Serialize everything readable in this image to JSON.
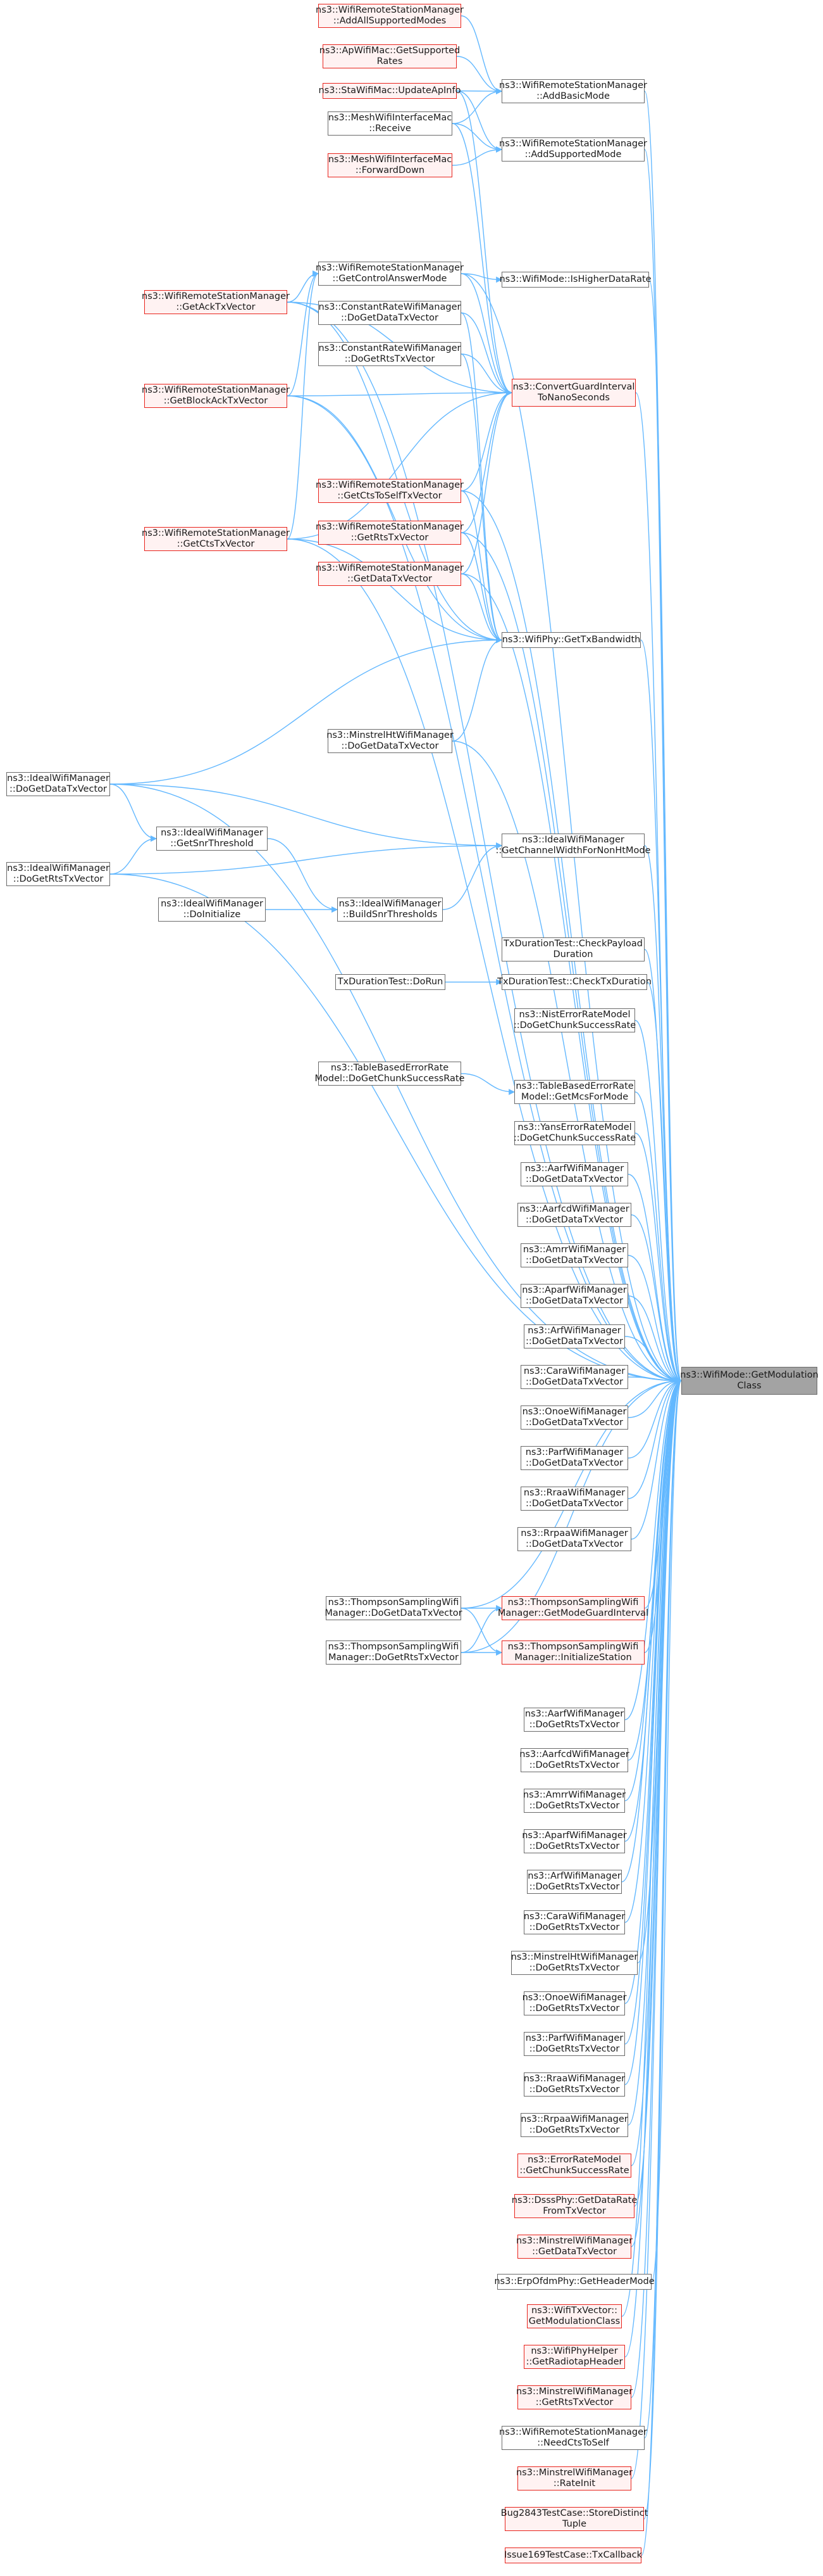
{
  "focus": {
    "id": "target",
    "label": "ns3::WifiMode::GetModulation\nClass"
  },
  "nodes": [
    {
      "id": "n_addall",
      "label": "ns3::WifiRemoteStationManager\n::AddAllSupportedModes",
      "red": true
    },
    {
      "id": "n_apgetsup",
      "label": "ns3::ApWifiMac::GetSupported\nRates",
      "red": true
    },
    {
      "id": "n_staupd",
      "label": "ns3::StaWifiMac::UpdateApInfo",
      "red": true
    },
    {
      "id": "n_meshrecv",
      "label": "ns3::MeshWifiInterfaceMac\n::Receive",
      "red": false
    },
    {
      "id": "n_meshfwd",
      "label": "ns3::MeshWifiInterfaceMac\n::ForwardDown",
      "red": true
    },
    {
      "id": "n_addbasic",
      "label": "ns3::WifiRemoteStationManager\n::AddBasicMode",
      "red": false
    },
    {
      "id": "n_addsupp",
      "label": "ns3::WifiRemoteStationManager\n::AddSupportedMode",
      "red": false
    },
    {
      "id": "n_ctrlans",
      "label": "ns3::WifiRemoteStationManager\n::GetControlAnswerMode",
      "red": false
    },
    {
      "id": "n_higher",
      "label": "ns3::WifiMode::IsHigherDataRate",
      "red": false
    },
    {
      "id": "n_ackvec",
      "label": "ns3::WifiRemoteStationManager\n::GetAckTxVector",
      "red": true
    },
    {
      "id": "n_crdata",
      "label": "ns3::ConstantRateWifiManager\n::DoGetDataTxVector",
      "red": false
    },
    {
      "id": "n_crrts",
      "label": "ns3::ConstantRateWifiManager\n::DoGetRtsTxVector",
      "red": false
    },
    {
      "id": "n_blockack",
      "label": "ns3::WifiRemoteStationManager\n::GetBlockAckTxVector",
      "red": true
    },
    {
      "id": "n_convgi",
      "label": "ns3::ConvertGuardInterval\nToNanoSeconds",
      "red": true
    },
    {
      "id": "n_ctstoself",
      "label": "ns3::WifiRemoteStationManager\n::GetCtsToSelfTxVector",
      "red": true
    },
    {
      "id": "n_ctsvec",
      "label": "ns3::WifiRemoteStationManager\n::GetCtsTxVector",
      "red": true
    },
    {
      "id": "n_rtsvec",
      "label": "ns3::WifiRemoteStationManager\n::GetRtsTxVector",
      "red": true
    },
    {
      "id": "n_datavec",
      "label": "ns3::WifiRemoteStationManager\n::GetDataTxVector",
      "red": true
    },
    {
      "id": "n_txbw",
      "label": "ns3::WifiPhy::GetTxBandwidth",
      "red": false
    },
    {
      "id": "n_minstdata",
      "label": "ns3::MinstrelHtWifiManager\n::DoGetDataTxVector",
      "red": false
    },
    {
      "id": "n_idealdata",
      "label": "ns3::IdealWifiManager\n::DoGetDataTxVector",
      "red": false
    },
    {
      "id": "n_snrthr",
      "label": "ns3::IdealWifiManager\n::GetSnrThreshold",
      "red": false
    },
    {
      "id": "n_chwidth",
      "label": "ns3::IdealWifiManager\n::GetChannelWidthForNonHtMode",
      "red": false
    },
    {
      "id": "n_idealrts",
      "label": "ns3::IdealWifiManager\n::DoGetRtsTxVector",
      "red": false
    },
    {
      "id": "n_doinit",
      "label": "ns3::IdealWifiManager\n::DoInitialize",
      "red": false
    },
    {
      "id": "n_buildsnr",
      "label": "ns3::IdealWifiManager\n::BuildSnrThresholds",
      "red": false
    },
    {
      "id": "n_payload",
      "label": "TxDurationTest::CheckPayload\nDuration",
      "red": false
    },
    {
      "id": "n_dorun",
      "label": "TxDurationTest::DoRun",
      "red": false
    },
    {
      "id": "n_checktx",
      "label": "TxDurationTest::CheckTxDuration",
      "red": false
    },
    {
      "id": "n_nist",
      "label": "ns3::NistErrorRateModel\n::DoGetChunkSuccessRate",
      "red": false
    },
    {
      "id": "n_tablechunk",
      "label": "ns3::TableBasedErrorRate\nModel::DoGetChunkSuccessRate",
      "red": false
    },
    {
      "id": "n_tablemcs",
      "label": "ns3::TableBasedErrorRate\nModel::GetMcsForMode",
      "red": false
    },
    {
      "id": "n_yans",
      "label": "ns3::YansErrorRateModel\n::DoGetChunkSuccessRate",
      "red": false
    },
    {
      "id": "n_aarfdata",
      "label": "ns3::AarfWifiManager\n::DoGetDataTxVector",
      "red": false
    },
    {
      "id": "n_aarfcddata",
      "label": "ns3::AarfcdWifiManager\n::DoGetDataTxVector",
      "red": false
    },
    {
      "id": "n_amrrdata",
      "label": "ns3::AmrrWifiManager\n::DoGetDataTxVector",
      "red": false
    },
    {
      "id": "n_aparfdata",
      "label": "ns3::AparfWifiManager\n::DoGetDataTxVector",
      "red": false
    },
    {
      "id": "n_arfdata",
      "label": "ns3::ArfWifiManager\n::DoGetDataTxVector",
      "red": false
    },
    {
      "id": "n_caradata",
      "label": "ns3::CaraWifiManager\n::DoGetDataTxVector",
      "red": false
    },
    {
      "id": "n_onoedata",
      "label": "ns3::OnoeWifiManager\n::DoGetDataTxVector",
      "red": false
    },
    {
      "id": "n_parfdata",
      "label": "ns3::ParfWifiManager\n::DoGetDataTxVector",
      "red": false
    },
    {
      "id": "n_rraadata",
      "label": "ns3::RraaWifiManager\n::DoGetDataTxVector",
      "red": false
    },
    {
      "id": "n_rrpaadata",
      "label": "ns3::RrpaaWifiManager\n::DoGetDataTxVector",
      "red": false
    },
    {
      "id": "n_tsdata",
      "label": "ns3::ThompsonSamplingWifi\nManager::DoGetDataTxVector",
      "red": false
    },
    {
      "id": "n_tsgi",
      "label": "ns3::ThompsonSamplingWifi\nManager::GetModeGuardInterval",
      "red": true
    },
    {
      "id": "n_tsrts",
      "label": "ns3::ThompsonSamplingWifi\nManager::DoGetRtsTxVector",
      "red": false
    },
    {
      "id": "n_tsinit",
      "label": "ns3::ThompsonSamplingWifi\nManager::InitializeStation",
      "red": true
    },
    {
      "id": "n_aarfrts",
      "label": "ns3::AarfWifiManager\n::DoGetRtsTxVector",
      "red": false
    },
    {
      "id": "n_aarfcdrts",
      "label": "ns3::AarfcdWifiManager\n::DoGetRtsTxVector",
      "red": false
    },
    {
      "id": "n_amrrrts",
      "label": "ns3::AmrrWifiManager\n::DoGetRtsTxVector",
      "red": false
    },
    {
      "id": "n_aparfrts",
      "label": "ns3::AparfWifiManager\n::DoGetRtsTxVector",
      "red": false
    },
    {
      "id": "n_arfrts",
      "label": "ns3::ArfWifiManager\n::DoGetRtsTxVector",
      "red": false
    },
    {
      "id": "n_cararts",
      "label": "ns3::CaraWifiManager\n::DoGetRtsTxVector",
      "red": false
    },
    {
      "id": "n_minstrts",
      "label": "ns3::MinstrelHtWifiManager\n::DoGetRtsTxVector",
      "red": false
    },
    {
      "id": "n_onoerts",
      "label": "ns3::OnoeWifiManager\n::DoGetRtsTxVector",
      "red": false
    },
    {
      "id": "n_parfrts",
      "label": "ns3::ParfWifiManager\n::DoGetRtsTxVector",
      "red": false
    },
    {
      "id": "n_rraarts",
      "label": "ns3::RraaWifiManager\n::DoGetRtsTxVector",
      "red": false
    },
    {
      "id": "n_rrpaarts",
      "label": "ns3::RrpaaWifiManager\n::DoGetRtsTxVector",
      "red": false
    },
    {
      "id": "n_errchunk",
      "label": "ns3::ErrorRateModel\n::GetChunkSuccessRate",
      "red": true
    },
    {
      "id": "n_dsss",
      "label": "ns3::DsssPhy::GetDataRate\nFromTxVector",
      "red": true
    },
    {
      "id": "n_minstgetdata",
      "label": "ns3::MinstrelWifiManager\n::GetDataTxVector",
      "red": true
    },
    {
      "id": "n_erp",
      "label": "ns3::ErpOfdmPhy::GetHeaderMode",
      "red": false
    },
    {
      "id": "n_txvecmod",
      "label": "ns3::WifiTxVector::\nGetModulationClass",
      "red": true
    },
    {
      "id": "n_radiotap",
      "label": "ns3::WifiPhyHelper\n::GetRadiotapHeader",
      "red": true
    },
    {
      "id": "n_minstgetrts",
      "label": "ns3::MinstrelWifiManager\n::GetRtsTxVector",
      "red": true
    },
    {
      "id": "n_needcts",
      "label": "ns3::WifiRemoteStationManager\n::NeedCtsToSelf",
      "red": false
    },
    {
      "id": "n_rateinit",
      "label": "ns3::MinstrelWifiManager\n::RateInit",
      "red": true
    },
    {
      "id": "n_bug2843",
      "label": "Bug2843TestCase::StoreDistinct\nTuple",
      "red": true
    },
    {
      "id": "n_issue169",
      "label": "Issue169TestCase::TxCallback",
      "red": true
    }
  ],
  "edges": [
    [
      "target",
      "n_addbasic"
    ],
    [
      "target",
      "n_addsupp"
    ],
    [
      "target",
      "n_higher"
    ],
    [
      "target",
      "n_convgi"
    ],
    [
      "target",
      "n_txbw"
    ],
    [
      "target",
      "n_chwidth"
    ],
    [
      "target",
      "n_checktx"
    ],
    [
      "target",
      "n_payload"
    ],
    [
      "target",
      "n_nist"
    ],
    [
      "target",
      "n_tablemcs"
    ],
    [
      "target",
      "n_yans"
    ],
    [
      "target",
      "n_aarfdata"
    ],
    [
      "target",
      "n_aarfcddata"
    ],
    [
      "target",
      "n_amrrdata"
    ],
    [
      "target",
      "n_aparfdata"
    ],
    [
      "target",
      "n_arfdata"
    ],
    [
      "target",
      "n_caradata"
    ],
    [
      "target",
      "n_onoedata"
    ],
    [
      "target",
      "n_parfdata"
    ],
    [
      "target",
      "n_rraadata"
    ],
    [
      "target",
      "n_rrpaadata"
    ],
    [
      "target",
      "n_tsgi"
    ],
    [
      "target",
      "n_tsinit"
    ],
    [
      "target",
      "n_aarfrts"
    ],
    [
      "target",
      "n_aarfcdrts"
    ],
    [
      "target",
      "n_amrrrts"
    ],
    [
      "target",
      "n_aparfrts"
    ],
    [
      "target",
      "n_arfrts"
    ],
    [
      "target",
      "n_cararts"
    ],
    [
      "target",
      "n_minstrts"
    ],
    [
      "target",
      "n_onoerts"
    ],
    [
      "target",
      "n_parfrts"
    ],
    [
      "target",
      "n_rraarts"
    ],
    [
      "target",
      "n_rrpaarts"
    ],
    [
      "target",
      "n_errchunk"
    ],
    [
      "target",
      "n_dsss"
    ],
    [
      "target",
      "n_minstgetdata"
    ],
    [
      "target",
      "n_erp"
    ],
    [
      "target",
      "n_txvecmod"
    ],
    [
      "target",
      "n_radiotap"
    ],
    [
      "target",
      "n_minstgetrts"
    ],
    [
      "target",
      "n_needcts"
    ],
    [
      "target",
      "n_rateinit"
    ],
    [
      "target",
      "n_bug2843"
    ],
    [
      "target",
      "n_issue169"
    ],
    [
      "target",
      "n_ackvec"
    ],
    [
      "target",
      "n_blockack"
    ],
    [
      "target",
      "n_ctsvec"
    ],
    [
      "target",
      "n_idealdata"
    ],
    [
      "target",
      "n_idealrts"
    ],
    [
      "target",
      "n_ctstoself"
    ],
    [
      "target",
      "n_rtsvec"
    ],
    [
      "target",
      "n_datavec"
    ],
    [
      "target",
      "n_ctrlans"
    ],
    [
      "target",
      "n_tsdata"
    ],
    [
      "target",
      "n_tsrts"
    ],
    [
      "target",
      "n_minstdata"
    ],
    [
      "n_addbasic",
      "n_addall"
    ],
    [
      "n_addbasic",
      "n_apgetsup"
    ],
    [
      "n_addbasic",
      "n_staupd"
    ],
    [
      "n_addbasic",
      "n_meshrecv"
    ],
    [
      "n_addsupp",
      "n_staupd"
    ],
    [
      "n_addsupp",
      "n_meshfwd"
    ],
    [
      "n_addsupp",
      "n_meshrecv"
    ],
    [
      "n_higher",
      "n_ctrlans"
    ],
    [
      "n_ctrlans",
      "n_ackvec"
    ],
    [
      "n_ctrlans",
      "n_blockack"
    ],
    [
      "n_ctrlans",
      "n_ctsvec"
    ],
    [
      "n_convgi",
      "n_ackvec"
    ],
    [
      "n_convgi",
      "n_blockack"
    ],
    [
      "n_convgi",
      "n_ctsvec"
    ],
    [
      "n_convgi",
      "n_ctstoself"
    ],
    [
      "n_convgi",
      "n_rtsvec"
    ],
    [
      "n_convgi",
      "n_datavec"
    ],
    [
      "n_convgi",
      "n_crdata"
    ],
    [
      "n_convgi",
      "n_crrts"
    ],
    [
      "n_convgi",
      "n_ctrlans"
    ],
    [
      "n_convgi",
      "n_meshrecv"
    ],
    [
      "n_convgi",
      "n_staupd"
    ],
    [
      "n_txbw",
      "n_ackvec"
    ],
    [
      "n_txbw",
      "n_blockack"
    ],
    [
      "n_txbw",
      "n_ctsvec"
    ],
    [
      "n_txbw",
      "n_ctstoself"
    ],
    [
      "n_txbw",
      "n_rtsvec"
    ],
    [
      "n_txbw",
      "n_datavec"
    ],
    [
      "n_txbw",
      "n_crdata"
    ],
    [
      "n_txbw",
      "n_crrts"
    ],
    [
      "n_txbw",
      "n_minstdata"
    ],
    [
      "n_txbw",
      "n_idealdata"
    ],
    [
      "n_snrthr",
      "n_idealdata"
    ],
    [
      "n_snrthr",
      "n_idealrts"
    ],
    [
      "n_chwidth",
      "n_idealdata"
    ],
    [
      "n_chwidth",
      "n_idealrts"
    ],
    [
      "n_chwidth",
      "n_buildsnr"
    ],
    [
      "n_buildsnr",
      "n_snrthr"
    ],
    [
      "n_buildsnr",
      "n_doinit"
    ],
    [
      "n_checktx",
      "n_dorun"
    ],
    [
      "n_tablemcs",
      "n_tablechunk"
    ],
    [
      "n_tsgi",
      "n_tsdata"
    ],
    [
      "n_tsgi",
      "n_tsrts"
    ],
    [
      "n_tsinit",
      "n_tsdata"
    ],
    [
      "n_tsinit",
      "n_tsrts"
    ]
  ]
}
